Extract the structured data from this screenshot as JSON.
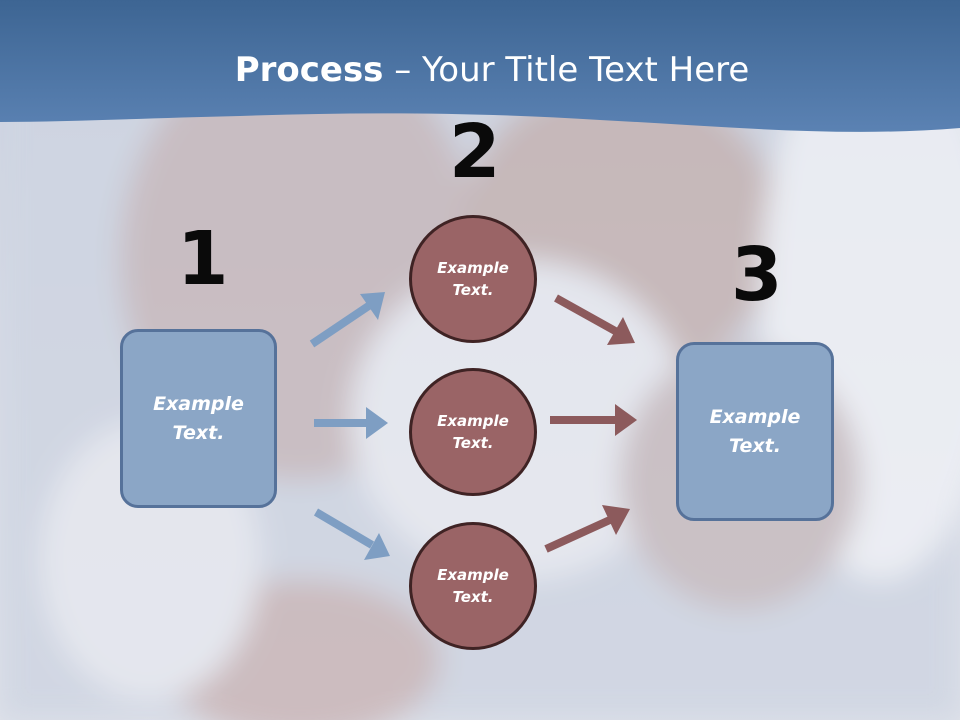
{
  "title": {
    "bold": "Process",
    "rest": " – Your Title Text Here"
  },
  "steps": [
    "1",
    "2",
    "3"
  ],
  "left_box": "Example Text.",
  "circles": [
    "Example Text.",
    "Example Text.",
    "Example Text."
  ],
  "right_box": "Example Text.",
  "colors": {
    "header": "#4f76a6",
    "box_fill": "#8ba6c6",
    "box_border": "#56729a",
    "circle_fill": "#9a6466",
    "circle_border": "#3f2324",
    "arrow_blue": "#7e9ec3",
    "arrow_red": "#8c5a5c"
  }
}
